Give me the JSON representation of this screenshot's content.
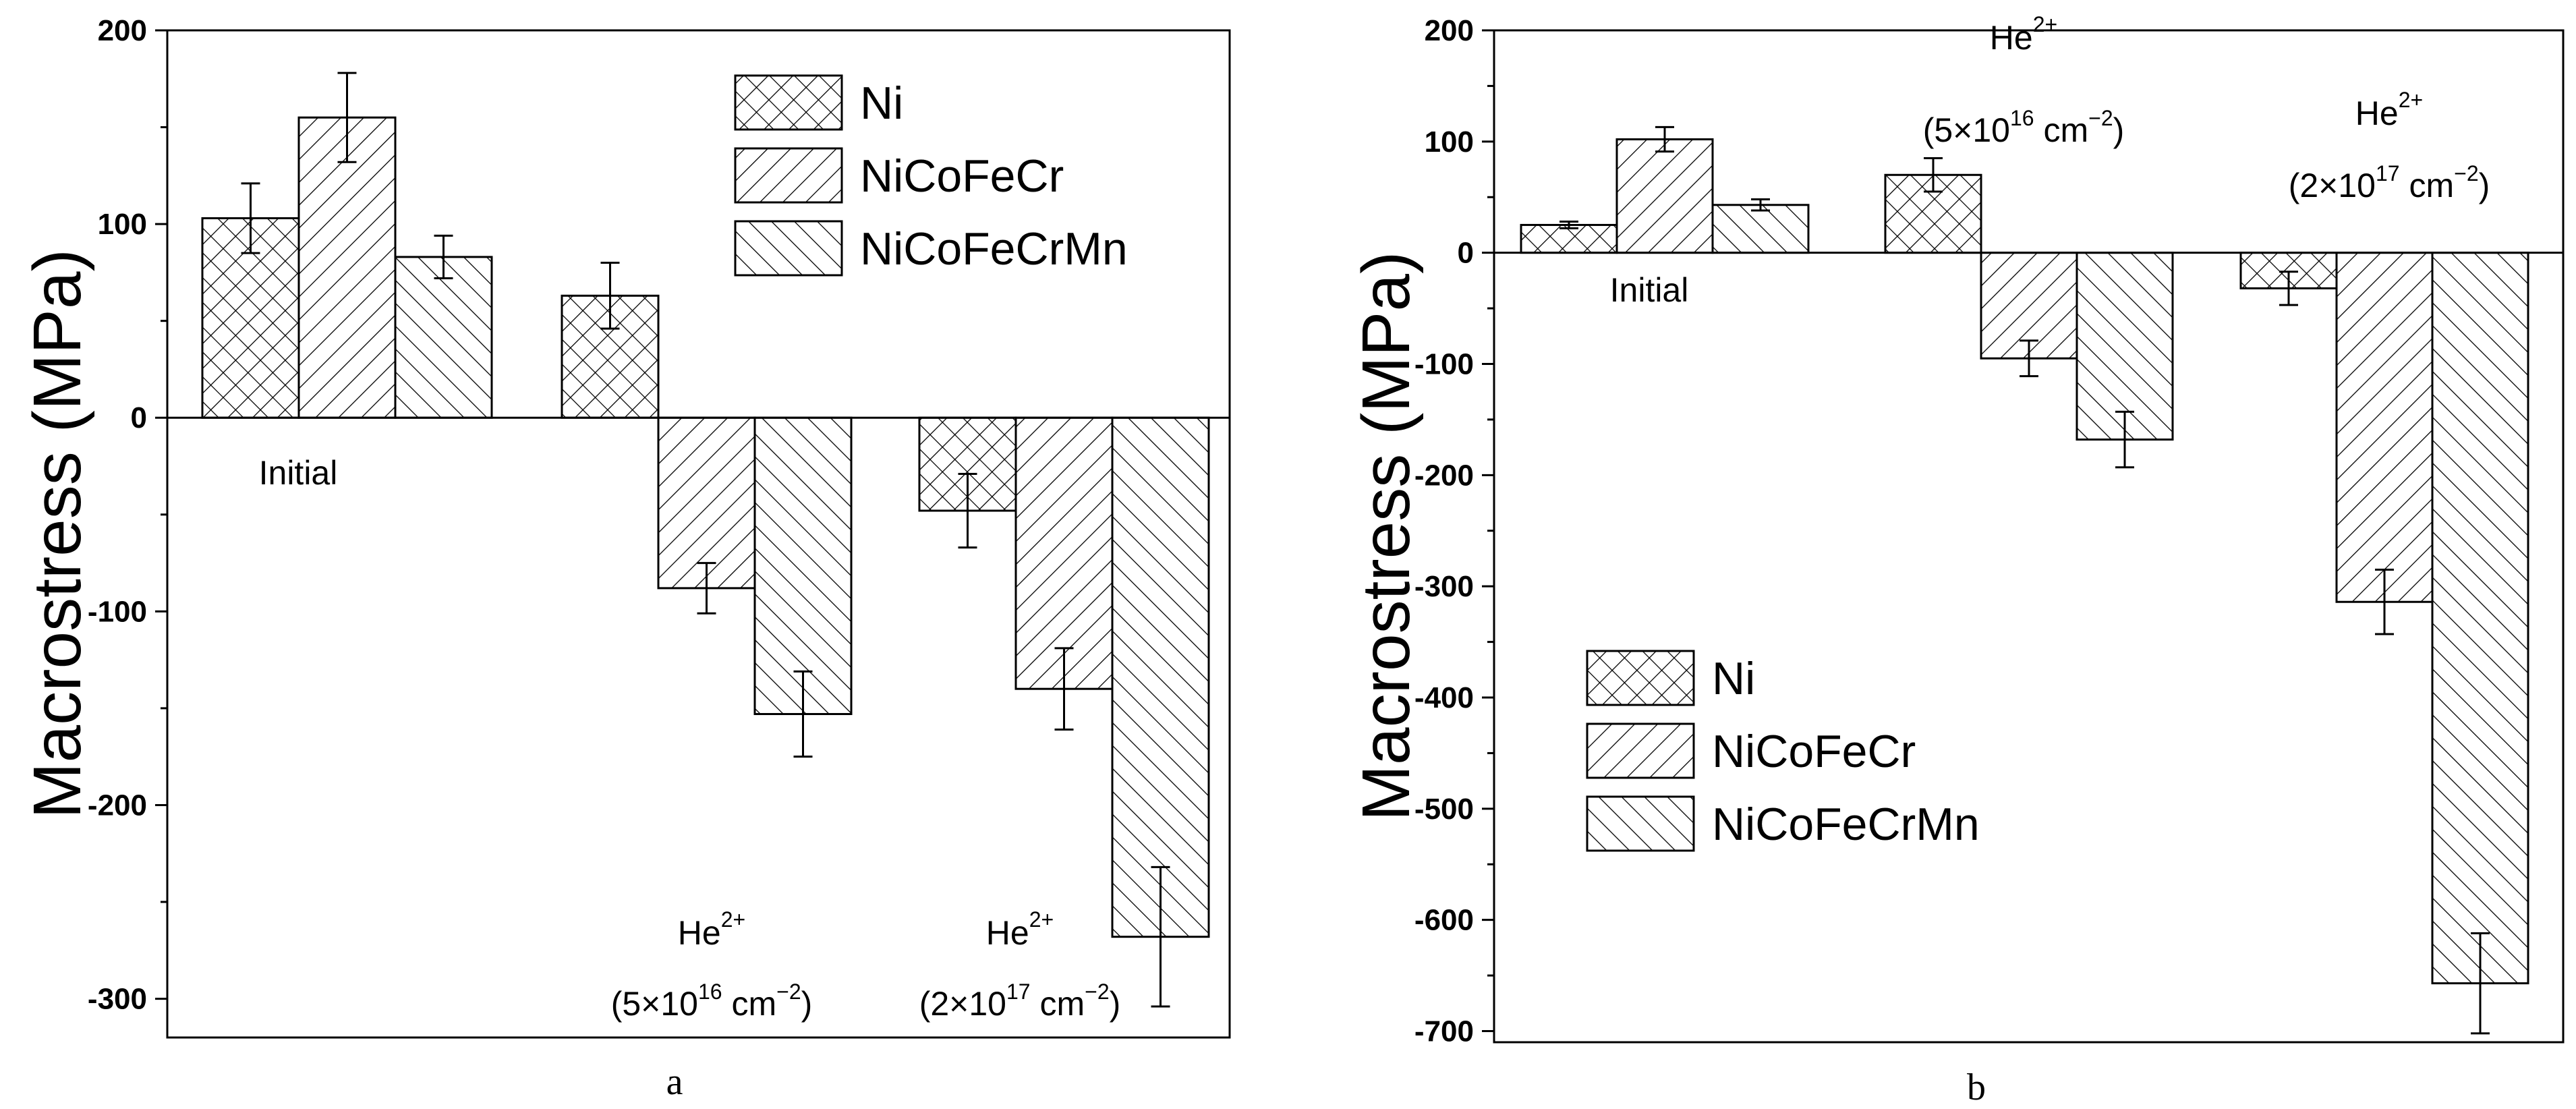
{
  "chart_data": [
    {
      "type": "bar",
      "panel_label": "a",
      "ylabel": "Macrostress (MPa)",
      "ylim": [
        -320,
        200
      ],
      "yticks": [
        "-300",
        "-200",
        "-100",
        "0",
        "100",
        "200"
      ],
      "ytick_values": [
        -300,
        -200,
        -100,
        0,
        100,
        200
      ],
      "legend_position": "top-right",
      "categories": [
        "Initial",
        "He2+ (5×10^16 cm^-2)",
        "He2+ (2×10^17 cm^-2)"
      ],
      "category_labels": [
        {
          "line1": "Initial"
        },
        {
          "base": "He",
          "sup": "2+",
          "line2_pre": "(5×10",
          "exp": "16",
          "line2_mid": " cm",
          "unit_exp": "−2",
          "line2_post": ")"
        },
        {
          "base": "He",
          "sup": "2+",
          "line2_pre": "(2×10",
          "exp": "17",
          "line2_mid": " cm",
          "unit_exp": "−2",
          "line2_post": ")"
        }
      ],
      "series": [
        {
          "name": "Ni",
          "pattern": "crosshatch",
          "values": [
            103,
            63,
            -48
          ],
          "errors": [
            18,
            17,
            19
          ]
        },
        {
          "name": "NiCoFeCr",
          "pattern": "forward-diagonal",
          "values": [
            155,
            -88,
            -140
          ],
          "errors": [
            23,
            13,
            21
          ]
        },
        {
          "name": "NiCoFeCrMn",
          "pattern": "back-diagonal",
          "values": [
            83,
            -153,
            -268
          ],
          "errors": [
            11,
            22,
            36
          ]
        }
      ]
    },
    {
      "type": "bar",
      "panel_label": "b",
      "ylabel": "Macrostress (MPa)",
      "ylim": [
        -710,
        200
      ],
      "yticks": [
        "-700",
        "-600",
        "-500",
        "-400",
        "-300",
        "-200",
        "-100",
        "0",
        "100",
        "200"
      ],
      "ytick_values": [
        -700,
        -600,
        -500,
        -400,
        -300,
        -200,
        -100,
        0,
        100,
        200
      ],
      "legend_position": "middle-left",
      "categories": [
        "Initial",
        "He2+ (5×10^16 cm^-2)",
        "He2+ (2×10^17 cm^-2)"
      ],
      "category_labels": [
        {
          "line1": "Initial"
        },
        {
          "base": "He",
          "sup": "2+",
          "line2_pre": "(5×10",
          "exp": "16",
          "line2_mid": " cm",
          "unit_exp": "−2",
          "line2_post": ")"
        },
        {
          "base": "He",
          "sup": "2+",
          "line2_pre": "(2×10",
          "exp": "17",
          "line2_mid": " cm",
          "unit_exp": "−2",
          "line2_post": ")"
        }
      ],
      "series": [
        {
          "name": "Ni",
          "pattern": "crosshatch",
          "values": [
            25,
            70,
            -32
          ],
          "errors": [
            3,
            15,
            15
          ]
        },
        {
          "name": "NiCoFeCr",
          "pattern": "forward-diagonal",
          "values": [
            102,
            -95,
            -314
          ],
          "errors": [
            11,
            16,
            29
          ]
        },
        {
          "name": "NiCoFeCrMn",
          "pattern": "back-diagonal",
          "values": [
            43,
            -168,
            -657
          ],
          "errors": [
            5,
            25,
            45
          ]
        }
      ]
    }
  ]
}
